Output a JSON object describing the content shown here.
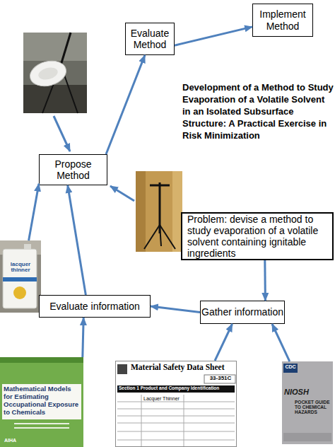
{
  "diagram": {
    "title": "Development of a Method to Study Evaporation of a Volatile Solvent in an Isolated Subsurface Structure: A Practical Exercise in Risk Minimization",
    "nodes": [
      {
        "text": [
          "Implement Method"
        ]
      },
      {
        "text": [
          "Evaluate Method"
        ]
      },
      {
        "text": [
          "Propose Method"
        ]
      },
      {
        "text": [
          "Problem: devise a method to study evaporation of a volatile solvent containing ignitable ingredients"
        ]
      },
      {
        "text": [
          "lacquer thinner"
        ]
      },
      {
        "text": [
          "Evaluate information"
        ]
      },
      {
        "text": [
          "Gather information"
        ]
      },
      {
        "text": [
          "Mathematical Models for Estimating Occupational Exposure to Chemicals",
          "AIHA"
        ]
      },
      {
        "text": [
          "Material Safety Data Sheet",
          "Section 1 Product and Company Identification",
          "Lacquer Thinner",
          "33-351C"
        ]
      },
      {
        "text": [
          "CDC",
          "NIOSH",
          "POCKET GUIDE TO CHEMICAL HAZARDS"
        ]
      }
    ],
    "edges": [
      {
        "from": 1,
        "to": 0,
        "arrow": "to"
      },
      {
        "from": 2,
        "to": 1,
        "arrow": "to"
      },
      {
        "from": 3,
        "to": 6,
        "arrow": "to"
      },
      {
        "from": 4,
        "to": 2,
        "arrow": "to"
      },
      {
        "from": 5,
        "to": 2,
        "arrow": "to"
      },
      {
        "from": 6,
        "to": 5,
        "arrow": "to"
      },
      {
        "from": 7,
        "to": 5,
        "arrow": "to"
      },
      {
        "from": 8,
        "to": 6,
        "arrow": "to"
      },
      {
        "from": 9,
        "to": 6,
        "arrow": "to"
      }
    ]
  }
}
